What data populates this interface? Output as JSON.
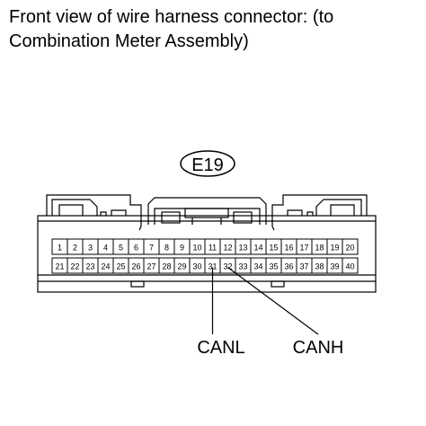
{
  "title": {
    "line1": "Front view of wire harness connector: (to",
    "line2": "Combination Meter Assembly)"
  },
  "connector": {
    "code": "E19",
    "pins_row1": [
      "1",
      "2",
      "3",
      "4",
      "5",
      "6",
      "7",
      "8",
      "9",
      "10",
      "11",
      "12",
      "13",
      "14",
      "15",
      "16",
      "17",
      "18",
      "19",
      "20"
    ],
    "pins_row2": [
      "21",
      "22",
      "23",
      "24",
      "25",
      "26",
      "27",
      "28",
      "29",
      "30",
      "31",
      "32",
      "33",
      "34",
      "35",
      "36",
      "37",
      "38",
      "39",
      "40"
    ]
  },
  "callouts": [
    {
      "pin": "31",
      "label": "CANL"
    },
    {
      "pin": "32",
      "label": "CANH"
    }
  ]
}
